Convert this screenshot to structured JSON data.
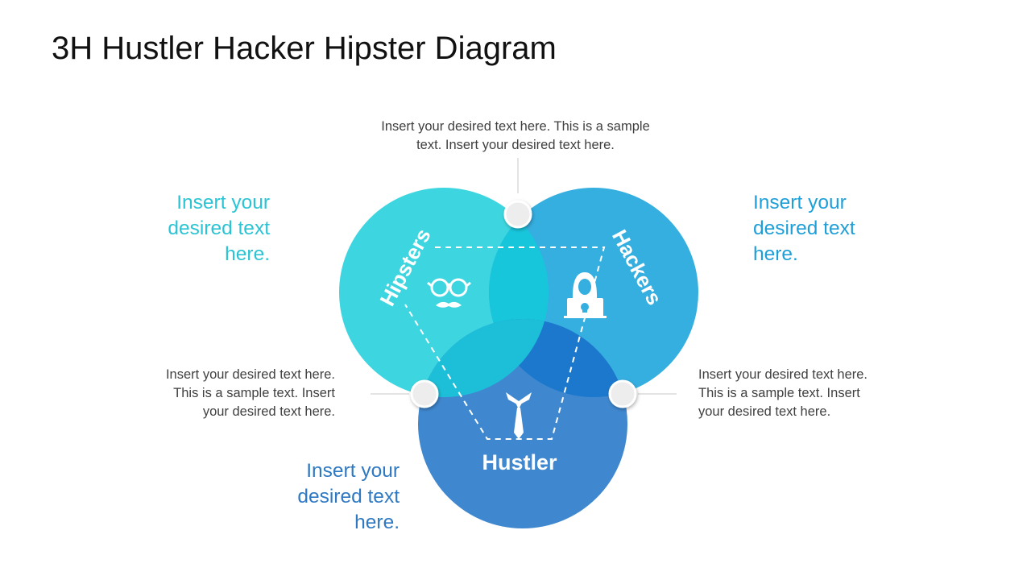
{
  "title": "3H Hustler Hacker Hipster Diagram",
  "colors": {
    "hipsters": "#3dd6e0",
    "hackers": "#35aee0",
    "hustler": "#3f88d0",
    "overlap_hipster_hacker": "#18c6dc",
    "overlap_hacker_hustler": "#1c78cc",
    "overlap_hipster_hustler": "#1dbfd8",
    "callout_hipsters": "#2bc4d4",
    "callout_hackers": "#1f9fd8",
    "callout_hustler": "#2f79c2",
    "note_text": "#404040"
  },
  "circles": {
    "hipsters": {
      "label": "Hipsters",
      "icon": "glasses-mustache-icon"
    },
    "hackers": {
      "label": "Hackers",
      "icon": "hooded-hacker-icon"
    },
    "hustler": {
      "label": "Hustler",
      "icon": "tie-icon"
    }
  },
  "notes": {
    "top": {
      "line1": "Insert your desired text here. This is a sample",
      "line2": "text. Insert your desired text here."
    },
    "left": {
      "line1": "Insert your desired text here.",
      "line2": "This is a sample text. Insert",
      "line3": "your desired text here."
    },
    "right": {
      "line1": "Insert your desired text here.",
      "line2": "This is a sample text. Insert",
      "line3": "your desired text here."
    }
  },
  "callouts": {
    "hipsters": {
      "line1": "Insert your",
      "line2": "desired text",
      "line3": "here."
    },
    "hackers": {
      "line1": "Insert your",
      "line2": "desired text",
      "line3": "here."
    },
    "hustler": {
      "line1": "Insert your",
      "line2": "desired text",
      "line3": "here."
    }
  }
}
